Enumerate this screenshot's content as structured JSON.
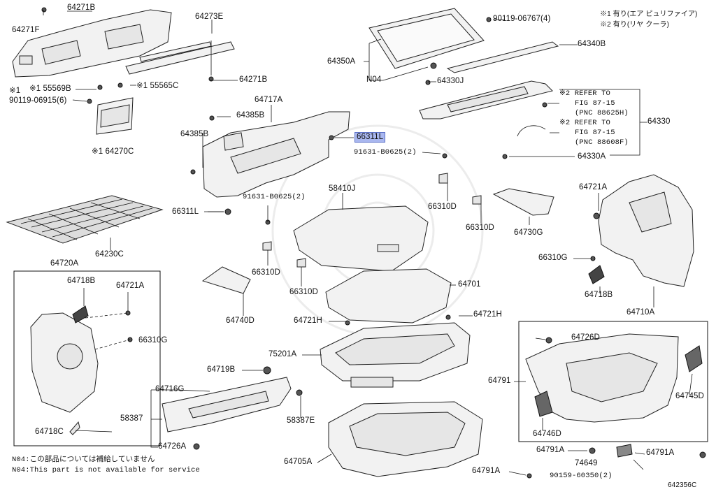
{
  "legend": {
    "note1": "※1 有り(エア ピュリファイア)",
    "note2": "※2 有り(リヤ クーラ)"
  },
  "labels": {
    "p64271B_top": "64271B",
    "p64273E": "64273E",
    "p64271F": "64271F",
    "p64271B_mid": "64271B",
    "p155569B": "※1 55569B",
    "p155565C": "※1 55565C",
    "p_x1": "※1",
    "p90119_06915": "90119-06915(6)",
    "p164270C": "※1 64270C",
    "p64717A": "64717A",
    "p64385B_a": "64385B",
    "p64385B_b": "64385B",
    "p66311L_hl": "66311L",
    "p66311L": "66311L",
    "p64230C": "64230C",
    "p64350A": "64350A",
    "pN04": "N04",
    "p64330J": "64330J",
    "p90119_06767": "90119-06767(4)",
    "p64340B": "64340B",
    "p64330": "64330",
    "refer1_a": "※2 REFER TO",
    "refer1_b": "FIG 87-15",
    "refer1_c": "(PNC 88625H)",
    "refer2_a": "※2 REFER TO",
    "refer2_b": "FIG 87-15",
    "refer2_c": "(PNC 88608F)",
    "p64330A": "64330A",
    "p91631_B0625_a": "91631-B0625(2)",
    "p91631_B0625_b": "91631-B0625(2)",
    "p58410J": "58410J",
    "p66310D_a": "66310D",
    "p66310D_b": "66310D",
    "p66310D_c": "66310D",
    "p66310D_d": "66310D",
    "p64730G": "64730G",
    "p64721A_r": "64721A",
    "p66310G_r": "66310G",
    "p64718B_r": "64718B",
    "p64710A": "64710A",
    "p64720A": "64720A",
    "p64718B_l": "64718B",
    "p64721A_l": "64721A",
    "p66310G_l": "66310G",
    "p64718C": "64718C",
    "p64740D": "64740D",
    "p64701": "64701",
    "p64721H_a": "64721H",
    "p64721H_b": "64721H",
    "p75201A": "75201A",
    "p64719B": "64719B",
    "p64716G": "64716G",
    "p58387": "58387",
    "p58387E": "58387E",
    "p64726A": "64726A",
    "p64705A": "64705A",
    "p64726D": "64726D",
    "p64791": "64791",
    "p64745D": "64745D",
    "p64746D": "64746D",
    "p64791A_a": "64791A",
    "p64791A_b": "64791A",
    "p64791A_c": "64791A",
    "p74649": "74649",
    "p90159_60350": "90159-60350(2)",
    "diagram_id": "642356C"
  },
  "notes": {
    "n04_jp": "N04:この部品については補給していません",
    "n04_en": "N04:This part is not available for service"
  }
}
